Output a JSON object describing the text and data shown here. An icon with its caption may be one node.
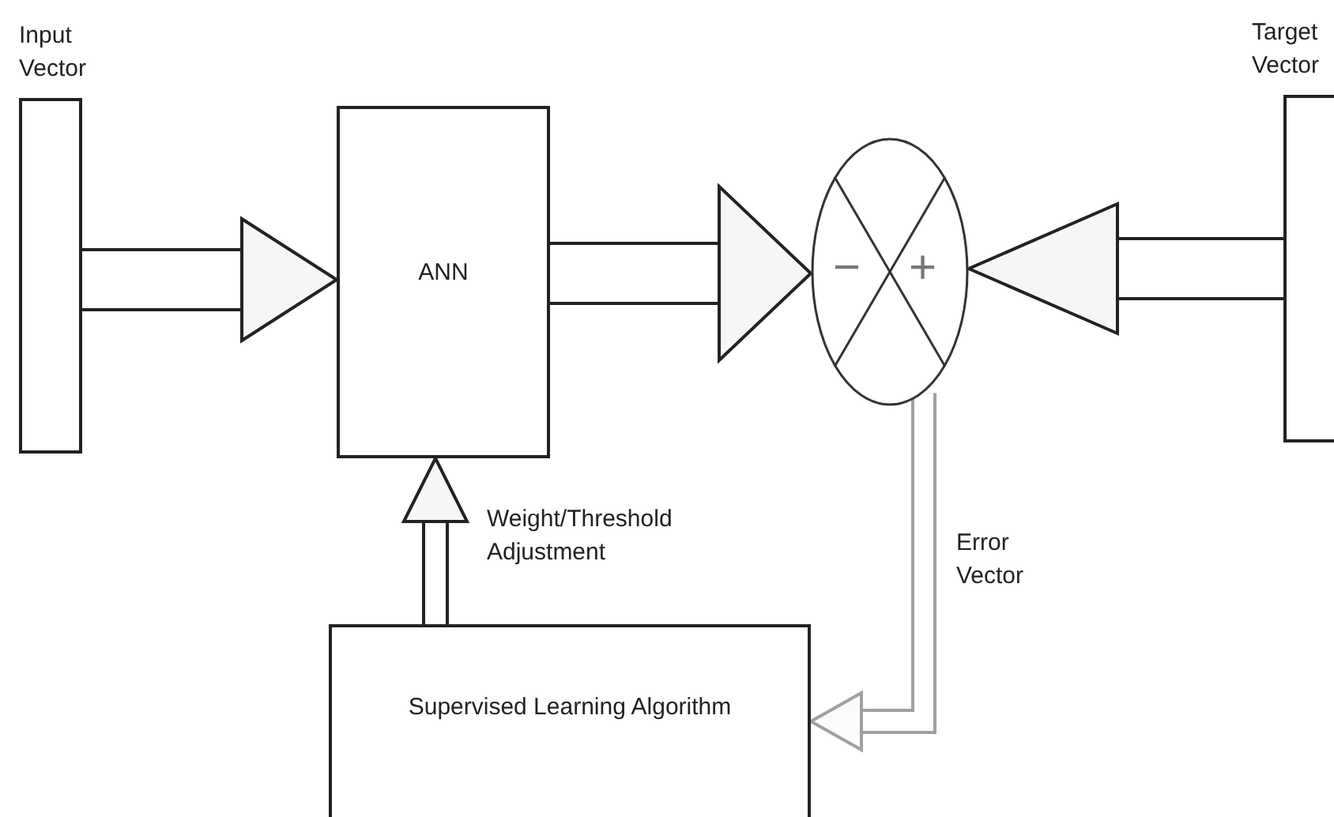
{
  "diagram": {
    "nodes": [
      {
        "text": [
          "Input Vector"
        ]
      },
      {
        "text": [
          "ANN"
        ]
      },
      {
        "text": [
          "−",
          "+"
        ]
      },
      {
        "text": [
          "Target Vector"
        ]
      },
      {
        "text": [
          "Supervised Learning Algorithm"
        ]
      }
    ],
    "edges": [
      {
        "from": 0,
        "to": 1,
        "arrow": "to"
      },
      {
        "from": 1,
        "to": 2,
        "arrow": "to"
      },
      {
        "from": 3,
        "to": 2,
        "arrow": "to"
      },
      {
        "from": 2,
        "to": 4,
        "arrow": "to",
        "label": "Error Vector",
        "color": "#a0a0a0"
      },
      {
        "from": 4,
        "to": 1,
        "arrow": "to",
        "label": "Weight/Threshold Adjustment"
      }
    ]
  }
}
